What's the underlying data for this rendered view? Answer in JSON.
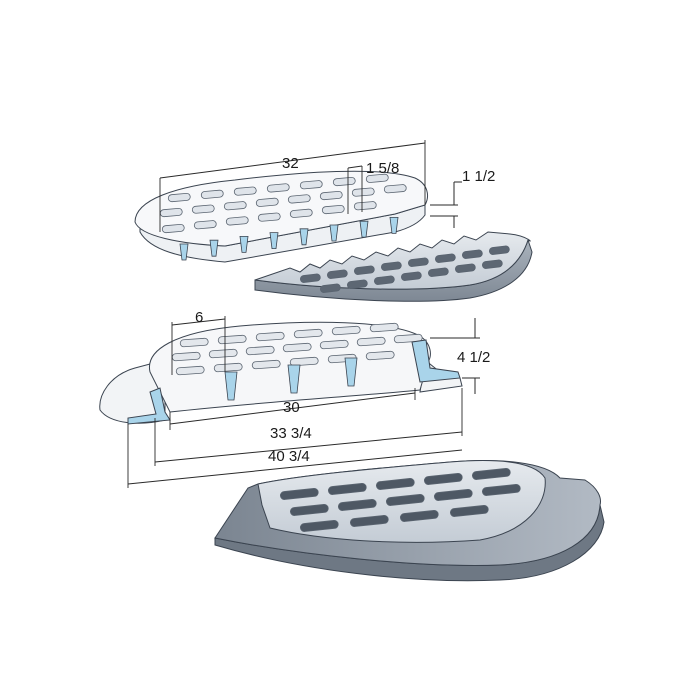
{
  "dimensions": {
    "grate_length": "32",
    "grate_thickness": "1 1/2",
    "bar_spacing": "1 5/8",
    "slot_length": "6",
    "frame_height": "4 1/2",
    "inner_opening": "30",
    "frame_inner_length": "33 3/4",
    "frame_overall_length": "40 3/4"
  },
  "colors": {
    "metal_light": "#c9d0d8",
    "metal_mid": "#9aa4b0",
    "metal_dark": "#6d7784",
    "section_cut": "#a9d4ea",
    "line": "#2a2a2a"
  }
}
